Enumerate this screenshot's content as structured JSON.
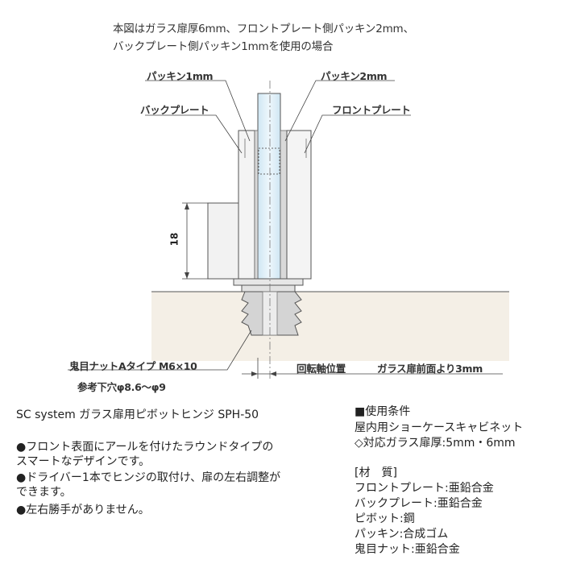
{
  "diagram": {
    "caption_line1": "本図はガラス扉厚6mm、フロントプレート側パッキン2mm、",
    "caption_line2": "バックプレート側パッキン1mmを使用の場合",
    "label_packing_1mm": "パッキン1mm",
    "label_packing_2mm": "パッキン2mm",
    "label_back_plate": "バックプレート",
    "label_front_plate": "フロントプレート",
    "dimension_18": "18",
    "label_nut": "鬼目ナットAタイプ M6×10",
    "label_hole": "参考下穴φ8.6〜φ9",
    "label_axis": "回転軸位置",
    "label_axis_note": "ガラス扉前面より3mm"
  },
  "product": {
    "title": "SC system ガラス扉用ピボットヒンジ SPH-50",
    "features": [
      "●フロント表面にアールを付けたラウンドタイプの",
      "スマートなデザインです。",
      "●ドライバー1本でヒンジの取付け、扉の左右調整が",
      "できます。",
      "●左右勝手がありません。"
    ]
  },
  "specs": {
    "heading": "■使用条件",
    "usage": "屋内用ショーケースキャビネット",
    "glass": "◇対応ガラス扉厚:5mm・6mm",
    "material_heading": "[材　質]",
    "materials": [
      "フロントプレート:亜鉛合金",
      "バックプレート:亜鉛合金",
      "ピボット:鋼",
      "パッキン:合成ゴム",
      "鬼目ナット:亜鉛合金"
    ]
  },
  "colors": {
    "glass": "#dbeef8",
    "plate": "#f0f0f0",
    "cabinet": "#f3eee4",
    "line": "#444444"
  }
}
